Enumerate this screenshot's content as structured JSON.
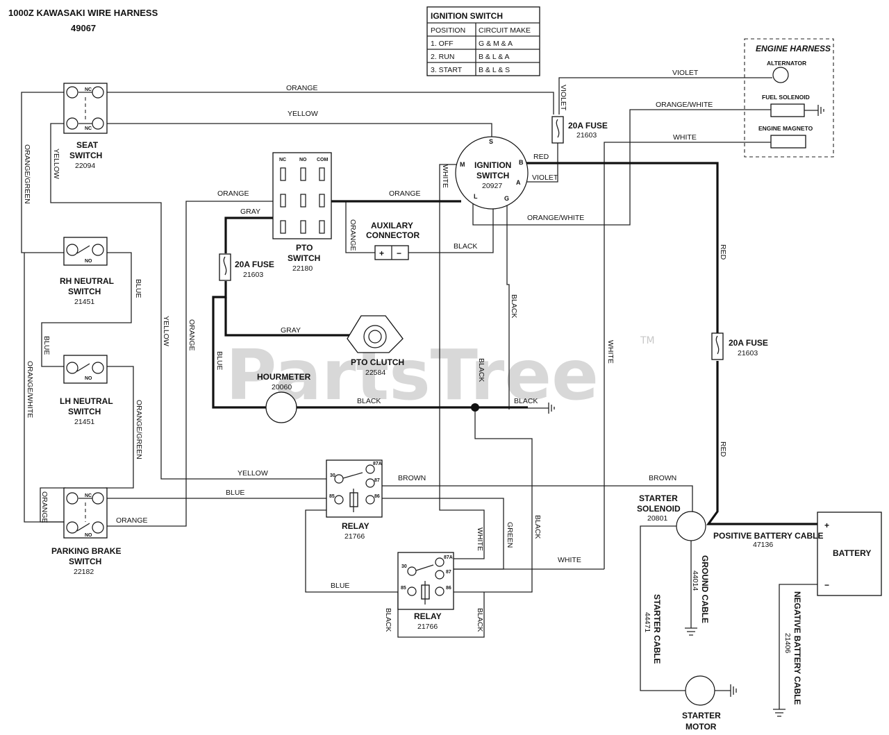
{
  "title": {
    "line1": "1000Z KAWASAKI WIRE HARNESS",
    "line2": "49067"
  },
  "watermark": {
    "text": "PartsTree",
    "mark": "TM"
  },
  "ignition_table": {
    "heading": "IGNITION SWITCH",
    "columns": [
      "POSITION",
      "CIRCUIT MAKE"
    ],
    "rows": [
      [
        "1. OFF",
        "G & M & A"
      ],
      [
        "2. RUN",
        "B & L & A"
      ],
      [
        "3. START",
        "B & L & S"
      ]
    ]
  },
  "engine_harness": {
    "title": "ENGINE HARNESS",
    "alternator": "ALTERNATOR",
    "fuel_solenoid": "FUEL SOLENOID",
    "engine_magneto": "ENGINE MAGNETO"
  },
  "components": {
    "seat_switch": {
      "name1": "SEAT",
      "name2": "SWITCH",
      "part": "22094",
      "nc": "NC"
    },
    "rh_neutral": {
      "name1": "RH NEUTRAL",
      "name2": "SWITCH",
      "part": "21451",
      "no": "NO"
    },
    "lh_neutral": {
      "name1": "LH NEUTRAL",
      "name2": "SWITCH",
      "part": "21451",
      "no": "NO"
    },
    "parking_brake": {
      "name1": "PARKING BRAKE",
      "name2": "SWITCH",
      "part": "22182",
      "nc": "NC",
      "no": "NO"
    },
    "pto_switch": {
      "name1": "PTO",
      "name2": "SWITCH",
      "part": "22180",
      "nc": "NC",
      "no": "NO",
      "com": "COM"
    },
    "fuse_pto": {
      "name": "20A FUSE",
      "part": "21603"
    },
    "fuse_top": {
      "name": "20A FUSE",
      "part": "21603"
    },
    "fuse_right": {
      "name": "20A FUSE",
      "part": "21603"
    },
    "aux_connector": {
      "name1": "AUXILARY",
      "name2": "CONNECTOR",
      "plus": "+",
      "minus": "−"
    },
    "ignition_switch": {
      "name1": "IGNITION",
      "name2": "SWITCH",
      "part": "20927",
      "s": "S",
      "b": "B",
      "a": "A",
      "g": "G",
      "l": "L",
      "m": "M"
    },
    "pto_clutch": {
      "name": "PTO CLUTCH",
      "part": "22584"
    },
    "hourmeter": {
      "name": "HOURMETER",
      "part": "20060"
    },
    "relay1": {
      "name": "RELAY",
      "part": "21766",
      "p30": "30",
      "p87a": "87A",
      "p87": "87",
      "p85": "85",
      "p86": "86"
    },
    "relay2": {
      "name": "RELAY",
      "part": "21766",
      "p30": "30",
      "p87a": "87A",
      "p87": "87",
      "p85": "85",
      "p86": "86"
    },
    "starter_solenoid": {
      "name1": "STARTER",
      "name2": "SOLENOID",
      "part": "20801"
    },
    "battery": {
      "name": "BATTERY",
      "plus": "+",
      "minus": "−"
    },
    "positive_cable": {
      "name": "POSITIVE BATTERY CABLE",
      "part": "47136"
    },
    "ground_cable": {
      "name": "GROUND CABLE",
      "part": "44014"
    },
    "starter_cable": {
      "name": "STARTER CABLE",
      "part": "44471"
    },
    "negative_cable": {
      "name": "NEGATIVE BATTERY CABLE",
      "part": "21406"
    },
    "starter_motor": {
      "name1": "STARTER",
      "name2": "MOTOR"
    }
  },
  "wires": {
    "orange": "ORANGE",
    "yellow": "YELLOW",
    "violet": "VIOLET",
    "orange_white": "ORANGE/WHITE",
    "white": "WHITE",
    "red": "RED",
    "gray": "GRAY",
    "black": "BLACK",
    "blue": "BLUE",
    "orange_green": "ORANGE/GREEN",
    "brown": "BROWN",
    "green": "GREEN"
  }
}
